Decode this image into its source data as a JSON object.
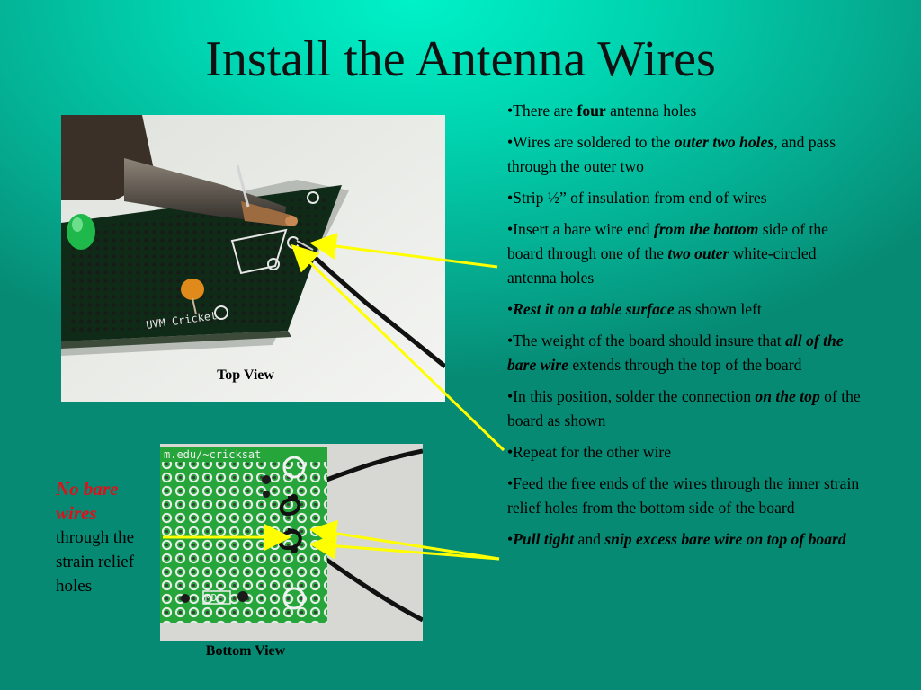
{
  "title": "Install the Antenna Wires",
  "bullets": [
    {
      "parts": [
        {
          "t": "•There are ",
          "s": "n"
        },
        {
          "t": "four",
          "s": "b"
        },
        {
          "t": " antenna holes",
          "s": "n"
        }
      ]
    },
    {
      "parts": [
        {
          "t": "•Wires are soldered to the ",
          "s": "n"
        },
        {
          "t": "outer two holes",
          "s": "bi"
        },
        {
          "t": ", and pass through the outer two",
          "s": "n"
        }
      ]
    },
    {
      "parts": [
        {
          "t": "•Strip ½” of insulation from end of wires",
          "s": "n"
        }
      ]
    },
    {
      "parts": [
        {
          "t": "•Insert a bare wire end  ",
          "s": "n"
        },
        {
          "t": "from the bottom",
          "s": "bi"
        },
        {
          "t": " side of the board through one of the ",
          "s": "n"
        },
        {
          "t": "two outer",
          "s": "bi"
        },
        {
          "t": " white-circled antenna holes",
          "s": "n"
        }
      ]
    },
    {
      "parts": [
        {
          "t": "•",
          "s": "n"
        },
        {
          "t": "Rest it on a table surface",
          "s": "bi"
        },
        {
          "t": " as shown left",
          "s": "n"
        }
      ]
    },
    {
      "parts": [
        {
          "t": "•The weight of the board should insure that ",
          "s": "n"
        },
        {
          "t": "all of the bare wire",
          "s": "bi"
        },
        {
          "t": " extends through the top of the board",
          "s": "n"
        }
      ]
    },
    {
      "parts": [
        {
          "t": "•In this position, solder the connection ",
          "s": "n"
        },
        {
          "t": "on the top",
          "s": "bi"
        },
        {
          "t": " of the board as shown",
          "s": "n"
        }
      ]
    },
    {
      "parts": [
        {
          "t": "•Repeat for the other wire",
          "s": "n"
        }
      ]
    },
    {
      "parts": [
        {
          "t": "•Feed the free ends of the wires through the inner strain relief holes from the bottom side of the board",
          "s": "n"
        }
      ]
    },
    {
      "parts": [
        {
          "t": "•",
          "s": "n"
        },
        {
          "t": "Pull tight",
          "s": "bi"
        },
        {
          "t": " and ",
          "s": "n"
        },
        {
          "t": "snip excess bare wire on top of board",
          "s": "bi"
        }
      ]
    }
  ],
  "top_photo": {
    "caption": "Top View",
    "board_text": "UVM Cricket"
  },
  "bottom_photo": {
    "caption": "Bottom View",
    "board_text": "m.edu/~cricksat",
    "label_text": "MDF"
  },
  "side_note": {
    "highlight": "No bare wires",
    "rest": "through the strain relief holes"
  },
  "colors": {
    "background": "#00d4b0",
    "arrow": "#ffff00",
    "note_red": "#e0101a"
  }
}
